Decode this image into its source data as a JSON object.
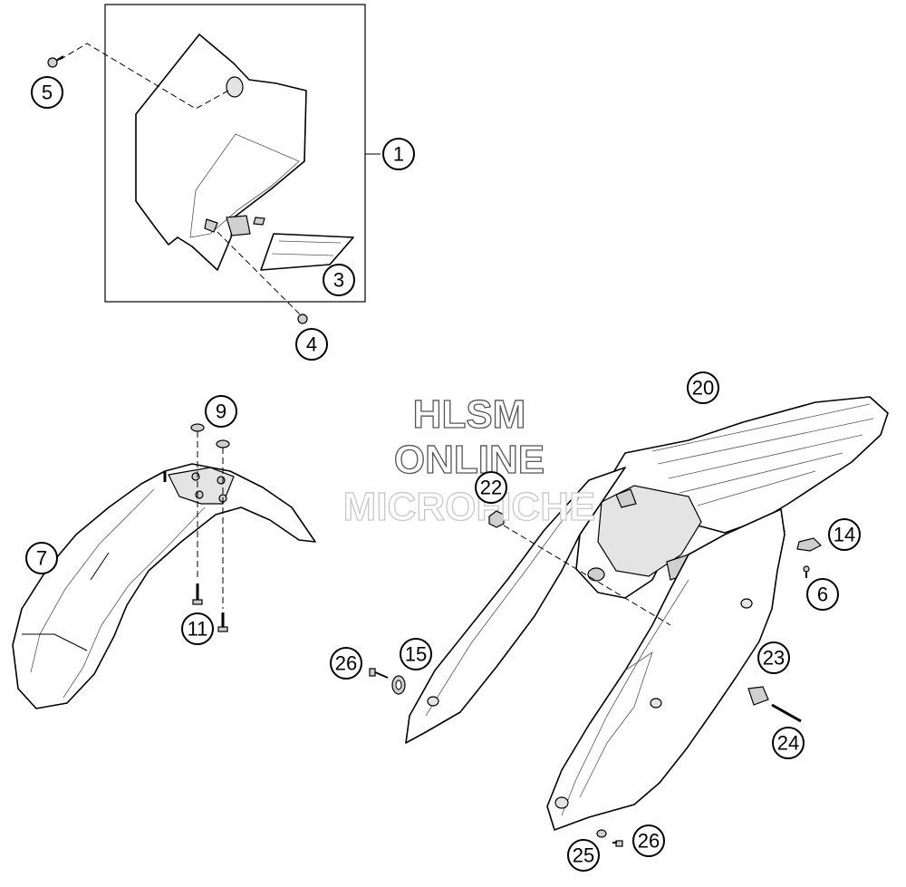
{
  "watermark": {
    "line1": "HLSM",
    "line2": "ONLINE",
    "line3": "MICROFICHE"
  },
  "callouts": [
    "1",
    "3",
    "4",
    "5",
    "6",
    "7",
    "9",
    "11",
    "14",
    "15",
    "20",
    "22",
    "23",
    "24",
    "25",
    "26",
    "26"
  ]
}
